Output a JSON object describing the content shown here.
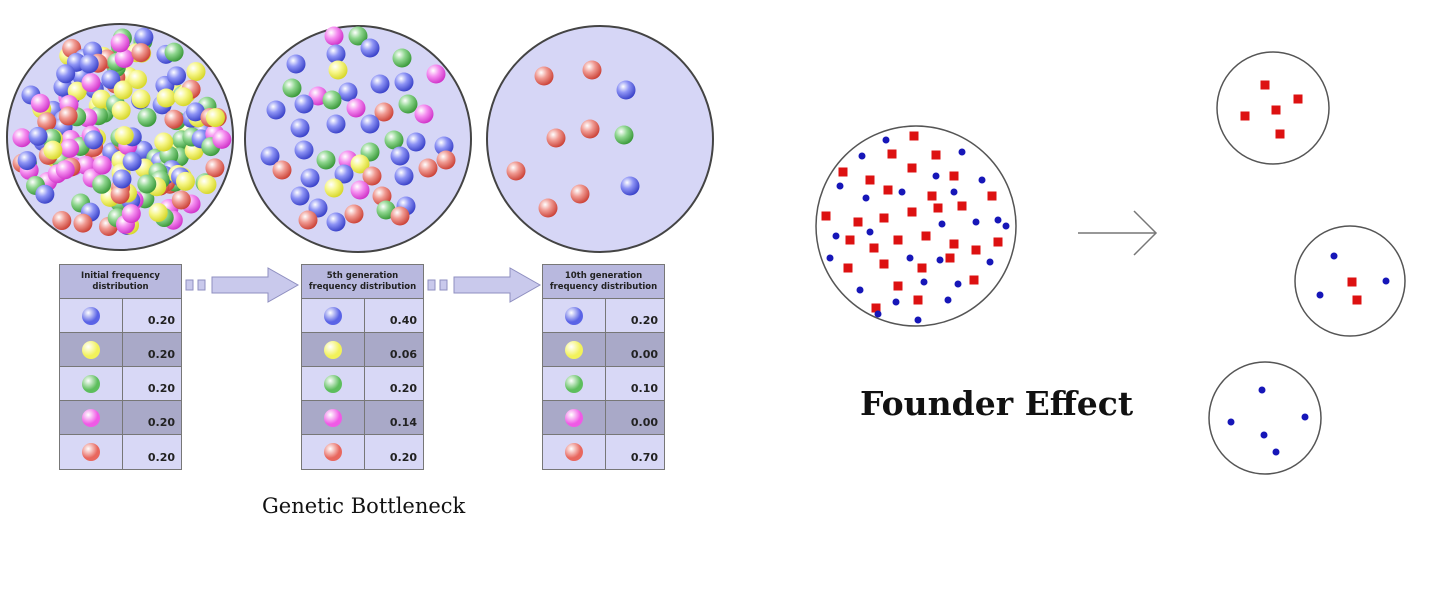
{
  "bottleneck": {
    "caption": "Genetic Bottleneck",
    "ball_colors": {
      "blue": "#5a63e6",
      "yellow": "#f2f25a",
      "green": "#5dbe5d",
      "magenta": "#f05ae6",
      "red": "#e8675e"
    },
    "tables": [
      {
        "title": "Initial frequency distribution",
        "rows": [
          {
            "color": "blue",
            "value": "0.20"
          },
          {
            "color": "yellow",
            "value": "0.20"
          },
          {
            "color": "green",
            "value": "0.20"
          },
          {
            "color": "magenta",
            "value": "0.20"
          },
          {
            "color": "red",
            "value": "0.20"
          }
        ]
      },
      {
        "title": "5th generation frequency distribution",
        "rows": [
          {
            "color": "blue",
            "value": "0.40"
          },
          {
            "color": "yellow",
            "value": "0.06"
          },
          {
            "color": "green",
            "value": "0.20"
          },
          {
            "color": "magenta",
            "value": "0.14"
          },
          {
            "color": "red",
            "value": "0.20"
          }
        ]
      },
      {
        "title": "10th generation frequency distribution",
        "rows": [
          {
            "color": "blue",
            "value": "0.20"
          },
          {
            "color": "yellow",
            "value": "0.00"
          },
          {
            "color": "green",
            "value": "0.10"
          },
          {
            "color": "magenta",
            "value": "0.00"
          },
          {
            "color": "red",
            "value": "0.70"
          }
        ]
      }
    ]
  },
  "founder": {
    "caption": "Founder Effect",
    "colors": {
      "square": "#dd1111",
      "dot": "#1616b8"
    }
  }
}
